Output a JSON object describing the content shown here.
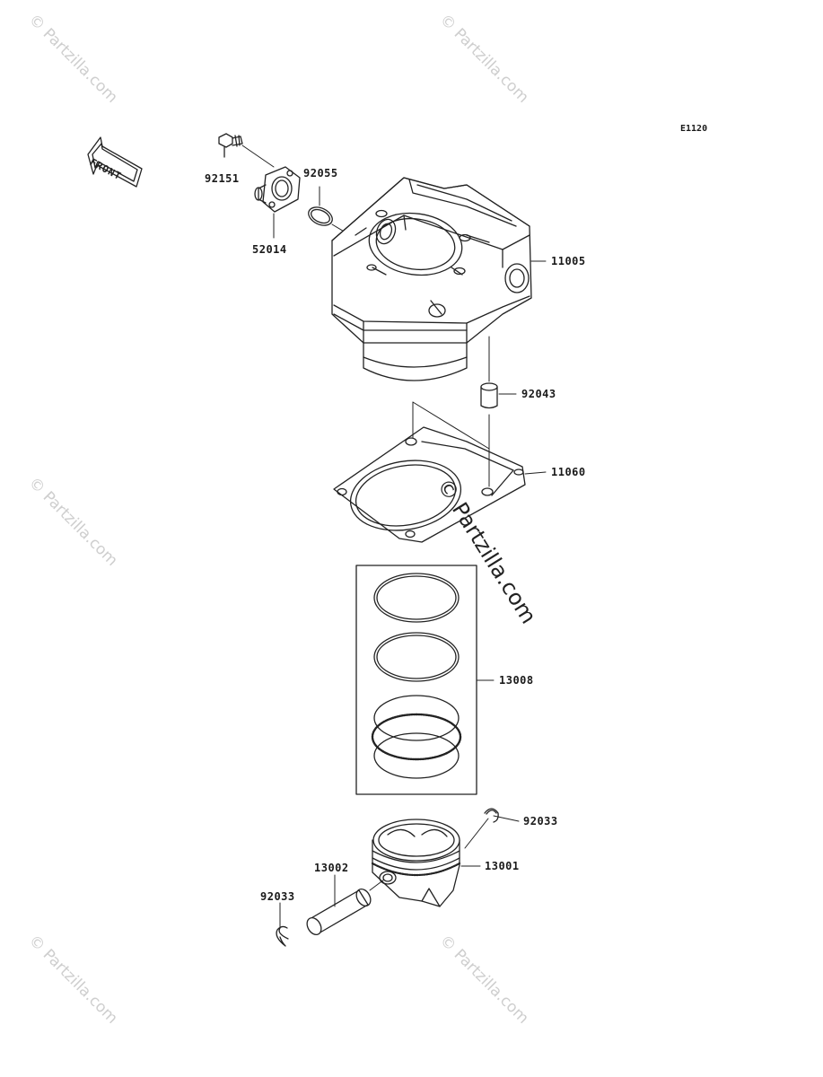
{
  "diagram_code": "E1120",
  "front_label": "FRONT",
  "watermark_text": "© Partzilla.com",
  "parts": [
    {
      "number": "92151",
      "icon": "bolt-icon"
    },
    {
      "number": "92055",
      "icon": "o-ring-icon"
    },
    {
      "number": "52014",
      "icon": "pipe-fitting-icon"
    },
    {
      "number": "11005",
      "icon": "cylinder-block-icon"
    },
    {
      "number": "92043",
      "icon": "dowel-pin-icon"
    },
    {
      "number": "11060",
      "icon": "gasket-icon"
    },
    {
      "number": "13008",
      "icon": "piston-ring-set-icon"
    },
    {
      "number": "92033",
      "icon": "circlip-icon"
    },
    {
      "number": "13001",
      "icon": "piston-icon"
    },
    {
      "number": "13002",
      "icon": "piston-pin-icon"
    },
    {
      "number": "92033",
      "icon": "circlip-icon"
    }
  ]
}
